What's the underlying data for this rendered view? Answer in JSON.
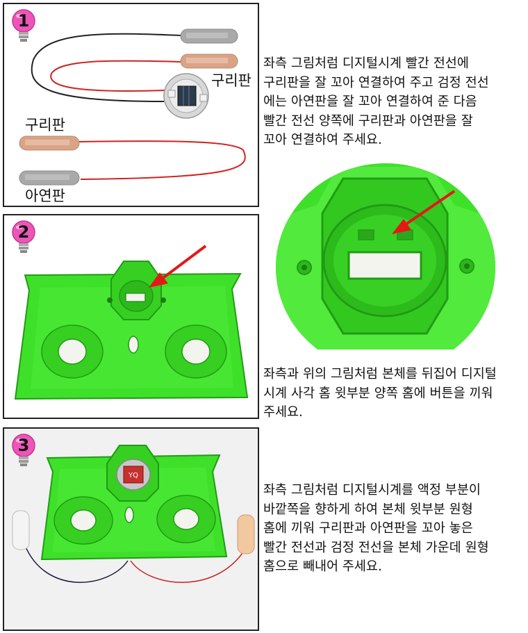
{
  "steps": [
    {
      "number": "1",
      "labels": {
        "copper_top": "구리판",
        "copper_left": "구리판",
        "zinc": "아연판"
      },
      "description": "좌측 그림처럼 디지털시계 빨간 전선에\n구리판을 잘 꼬아 연결하여 주고 검정 전선\n에는 아연판을 잘 꼬아 연결하여 준 다음\n빨간 전선 양쪽에 구리판과 아연판을 잘\n꼬아 연결하여 주세요."
    },
    {
      "number": "2",
      "description": "좌측과 위의 그림처럼 본체를 뒤집어 디지털\n시계 사각 홈 윗부분 양쪽 홈에 버튼을 끼워\n주세요."
    },
    {
      "number": "3",
      "module_text": "YQ",
      "description": "좌측 그림처럼 디지털시계를 액정 부분이\n바깥쪽을 향하게 하여 본체 윗부분 원형\n홈에 끼워 구리판과 아연판을 꼬아 놓은\n빨간 전선과 검정 전선을 본체 가운데 원형\n홈으로 빼내어 주세요."
    }
  ],
  "colors": {
    "accent_green": "#3fe02a",
    "dark_green": "#1f9c14",
    "wire_red": "#d42020",
    "copper": "#d9a486",
    "zinc": "#a9a9a9",
    "bulb_pink": "#ee55b8",
    "arrow_red": "#e41818"
  },
  "icons": [
    "lightbulb-number-icon",
    "red-arrow-icon"
  ]
}
